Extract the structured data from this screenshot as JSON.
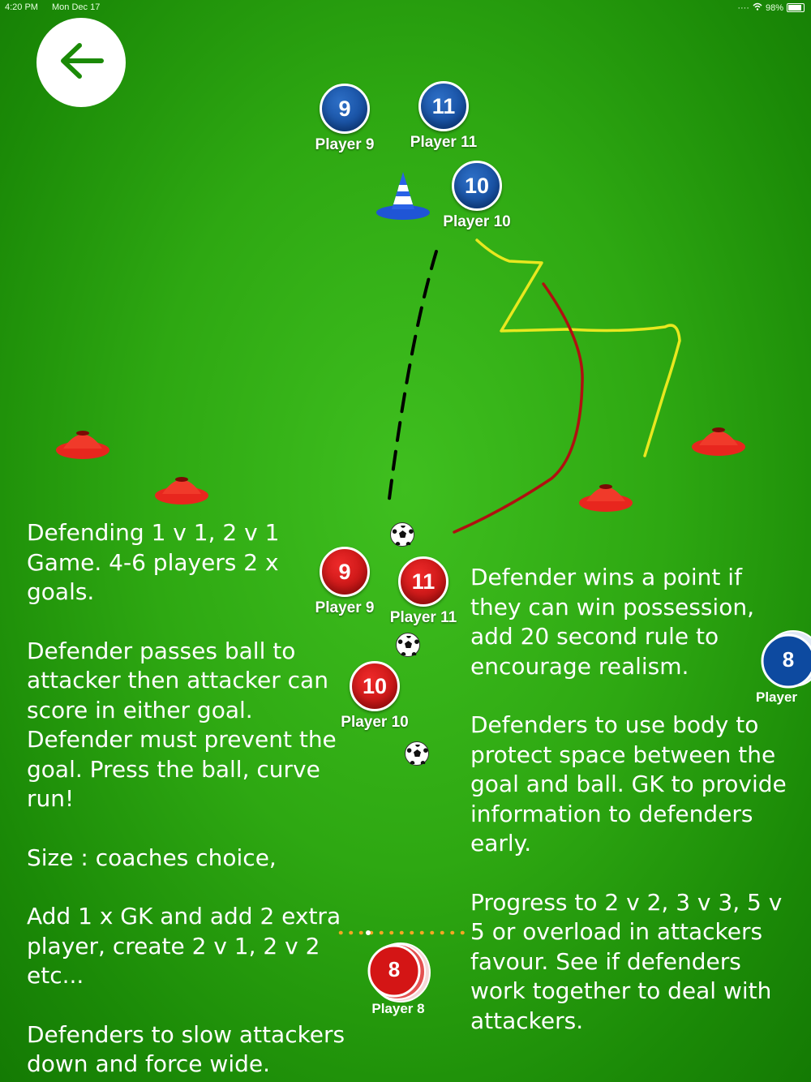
{
  "status_bar": {
    "time": "4:20 PM",
    "date": "Mon Dec 17",
    "battery": "98%"
  },
  "back_button": {
    "icon": "arrow-left-icon"
  },
  "field": {
    "background_color": "#2ea812",
    "colors": {
      "blue_team": "#0d4aa0",
      "red_team": "#d41515",
      "yellow_run": "#e8e81f",
      "red_run": "#b01010",
      "pass_line": "#000000",
      "dotted_line": "#f5a623",
      "cone_blue": "#1f55d6",
      "cone_red": "#e8261e"
    },
    "blue_players": [
      {
        "number": "9",
        "label": "Player 9"
      },
      {
        "number": "11",
        "label": "Player 11"
      },
      {
        "number": "10",
        "label": "Player 10"
      }
    ],
    "red_players": [
      {
        "number": "9",
        "label": "Player 9"
      },
      {
        "number": "11",
        "label": "Player 11"
      },
      {
        "number": "10",
        "label": "Player 10"
      }
    ],
    "stacked_player": {
      "number": "8",
      "label": "Player 8"
    },
    "edge_player": {
      "number": "8",
      "label": "Player"
    }
  },
  "notes": {
    "left": [
      "Defending 1 v 1, 2 v 1 Game. 4-6 players 2 x goals.",
      "Defender passes ball to attacker then attacker can score in either goal. Defender must prevent the goal. Press the ball, curve run!",
      "Size : coaches choice,",
      "Add 1 x GK and add 2 extra player, create 2 v 1, 2 v 2 etc...",
      "Defenders to slow attackers down and force wide."
    ],
    "right": [
      "Defender wins a point if they can win possession, add 20 second rule to encourage realism.",
      "Defenders to use body to protect space between the goal and ball. GK to provide information to defenders early.",
      "Progress to 2 v 2, 3 v 3, 5 v 5 or overload in attackers favour. See if defenders work together to deal with attackers."
    ]
  }
}
